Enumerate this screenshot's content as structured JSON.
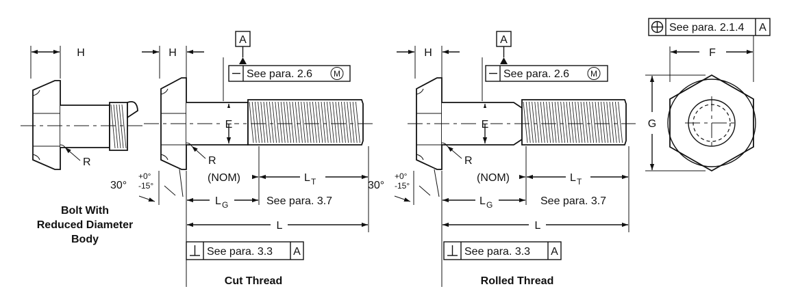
{
  "dims": {
    "H": "H",
    "E": "E",
    "R": "R",
    "F": "F",
    "G": "G",
    "L": "L",
    "LG_main": "L",
    "LG_sub": "G",
    "LT_main": "L",
    "LT_sub": "T",
    "NOM": "(NOM)",
    "angle": "30°",
    "tol_plus": "+0°",
    "tol_minus": "-15°"
  },
  "datum": "A",
  "notes": {
    "straightness": "See para. 2.6",
    "mmc": "M",
    "perpendicularity": "See para. 3.3",
    "thread_length": "See para. 3.7",
    "position": "See para. 2.1.4"
  },
  "captions": {
    "reduced": [
      "Bolt With",
      "Reduced Diameter",
      "Body"
    ],
    "cut": "Cut Thread",
    "rolled": "Rolled Thread"
  }
}
